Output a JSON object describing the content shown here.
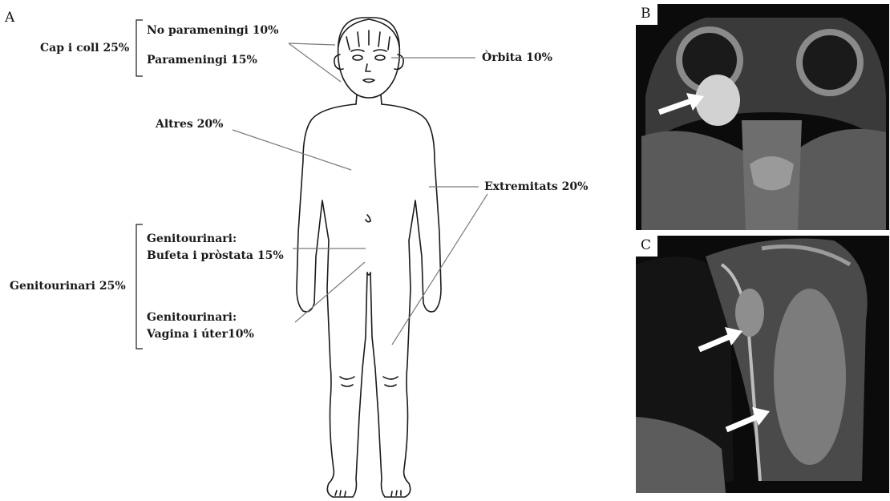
{
  "panels": {
    "a": "A",
    "b": "B",
    "c": "C"
  },
  "labels": {
    "head_neck": "Cap i coll 25%",
    "non_parameningeal": "No parameningi 10%",
    "parameningeal": "Parameningi  15%",
    "orbit": "Òrbita 10%",
    "others": "Altres 20%",
    "extremities": "Extremitats 20%",
    "gu_total": "Genitourinari 25%",
    "gu_bladder_1": "Genitourinari:",
    "gu_bladder_2": "Bufeta i pròstata 15%",
    "gu_vagina_1": "Genitourinari:",
    "gu_vagina_2": "Vagina i úter10%"
  },
  "colors": {
    "line": "#7a7a7a",
    "outline": "#1a1a1a",
    "mri_background": "#0b0b0b",
    "arrow": "#ffffff"
  },
  "icons": {
    "child_figure": "child-body-outline",
    "arrows": "white-arrow-pointer"
  }
}
